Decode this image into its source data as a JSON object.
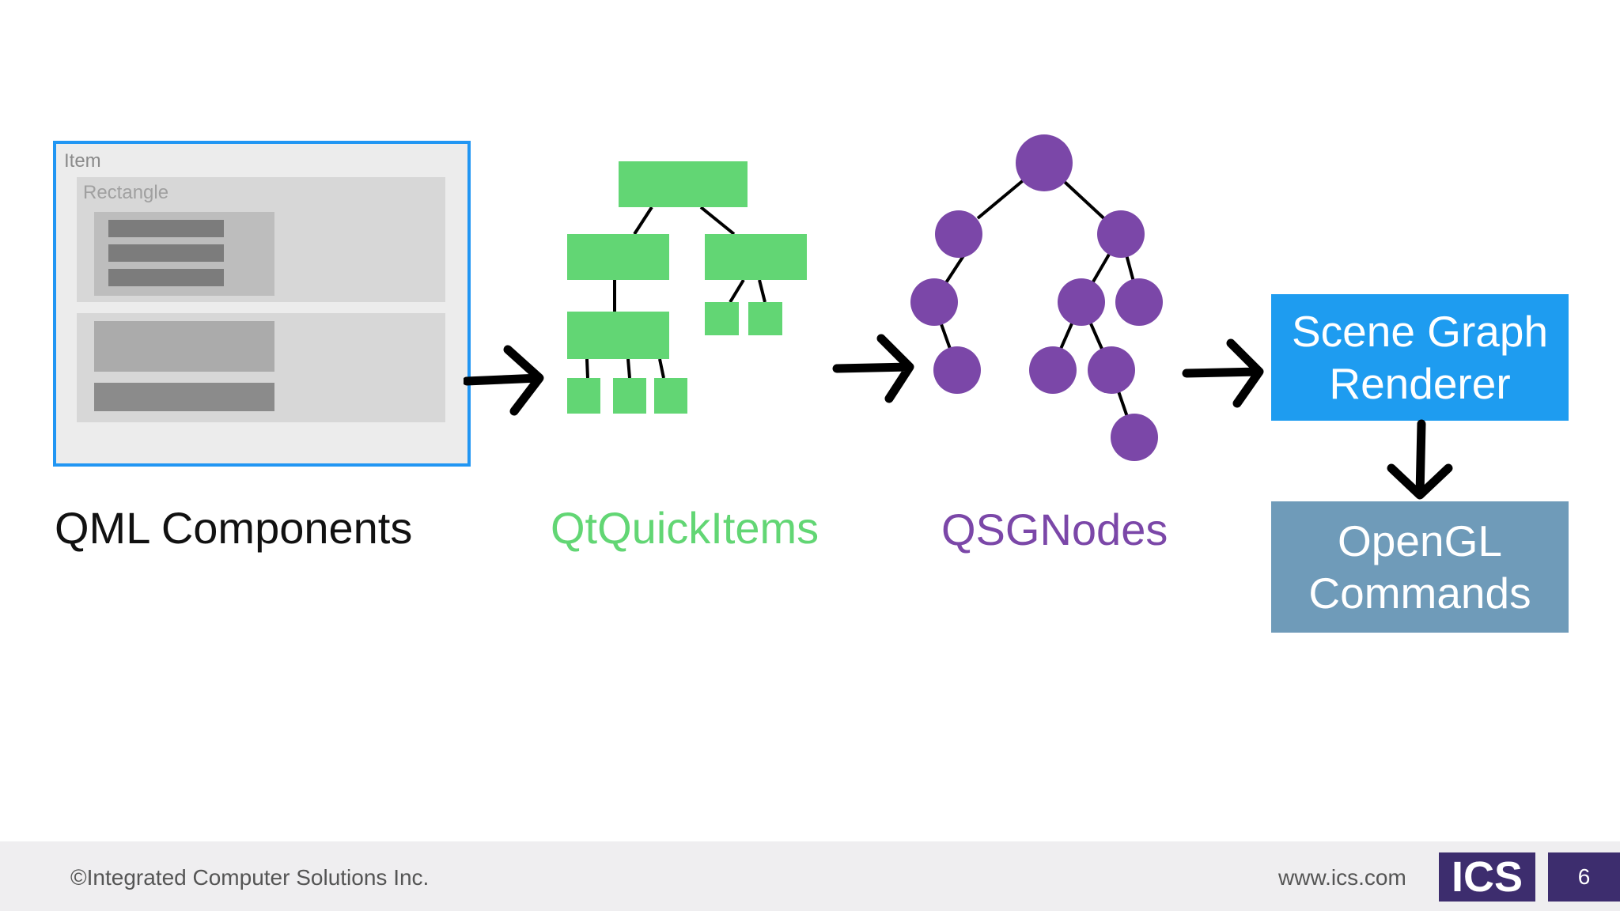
{
  "colors": {
    "accent_blue": "#2196f3",
    "green": "#62d674",
    "purple": "#7b47a8",
    "renderer_box": "#1e9cf0",
    "opengl_box": "#6f9bb9",
    "logo": "#3d2d6e",
    "arrow": "#000000"
  },
  "qml": {
    "item_label": "Item",
    "rectangle_label": "Rectangle",
    "caption": "QML Components"
  },
  "qtquick": {
    "caption": "QtQuickItems"
  },
  "qsg": {
    "caption": "QSGNodes"
  },
  "renderer": {
    "line1": "Scene Graph",
    "line2": "Renderer"
  },
  "opengl": {
    "line1": "OpenGL",
    "line2": "Commands"
  },
  "footer": {
    "copyright": "©Integrated Computer Solutions Inc.",
    "website": "www.ics.com",
    "logo_text": "ICS",
    "page_number": "6"
  }
}
